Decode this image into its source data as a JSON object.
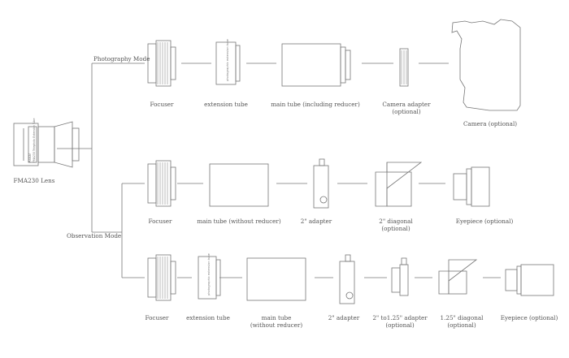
{
  "lens": {
    "label": "FMA230 Lens",
    "brand_text": "Askar",
    "engraving": "FMA230 Telephoto Extension Tube"
  },
  "modes": {
    "photography": "Photography Mode",
    "observation": "Observation Mode"
  },
  "row1": {
    "focuser": "Focuser",
    "extension_tube": "extension tube",
    "extension_tube_engraving": "photographic extension tube",
    "main_tube": "main tube (including reducer)",
    "camera_adapter": "Camera adapter\n(optional)",
    "camera": "Camera (optional)"
  },
  "row2": {
    "focuser": "Focuser",
    "main_tube": "main tube (without reducer)",
    "adapter_2in": "2\" adapter",
    "diagonal_2in": "2\" diagonal\n(optional)",
    "eyepiece": "Eyepiece (optional)"
  },
  "row3": {
    "focuser": "Focuser",
    "extension_tube": "extension tube",
    "extension_tube_engraving": "photographic extension tube",
    "main_tube": "main tube\n(without reducer)",
    "adapter_2in": "2\" adapter",
    "adapter_2_to_125": "2\" to1.25\" adapter\n(optional)",
    "diagonal_125": "1.25\" diagonal\n(optional)",
    "eyepiece": "Eyepiece (optional)"
  },
  "colors": {
    "stroke": "#777777",
    "text": "#555555"
  }
}
